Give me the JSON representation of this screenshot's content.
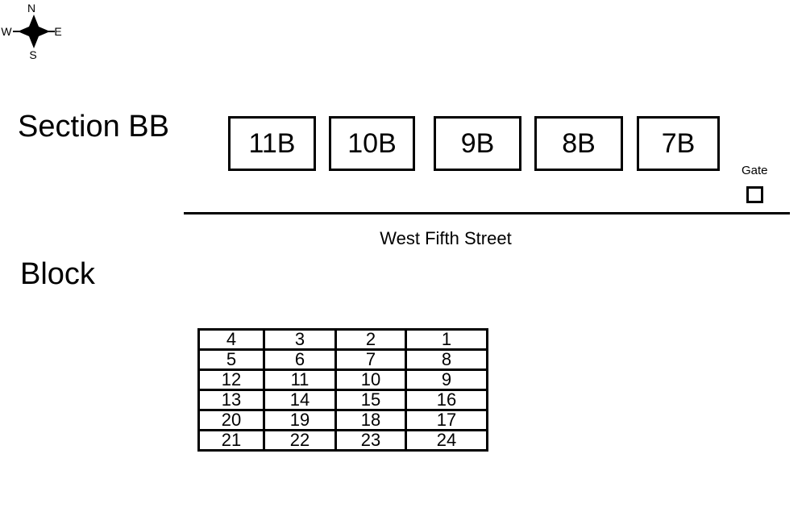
{
  "compass": {
    "north_label": "N",
    "south_label": "S",
    "west_label": "W",
    "east_label": "E"
  },
  "section": {
    "title": "Section BB",
    "lot_boxes": [
      {
        "label": "11B"
      },
      {
        "label": "10B"
      },
      {
        "label": "9B"
      },
      {
        "label": "8B"
      },
      {
        "label": "7B"
      }
    ],
    "gate": {
      "label": "Gate"
    },
    "street": {
      "label": "West Fifth Street"
    }
  },
  "block": {
    "title": "Block",
    "grid": {
      "rows": [
        [
          "4",
          "3",
          "2",
          "1"
        ],
        [
          "5",
          "6",
          "7",
          "8"
        ],
        [
          "12",
          "11",
          "10",
          "9"
        ],
        [
          "13",
          "14",
          "15",
          "16"
        ],
        [
          "20",
          "19",
          "18",
          "17"
        ],
        [
          "21",
          "22",
          "23",
          "24"
        ]
      ]
    }
  },
  "colors": {
    "ink": "#000000",
    "background": "#ffffff"
  }
}
